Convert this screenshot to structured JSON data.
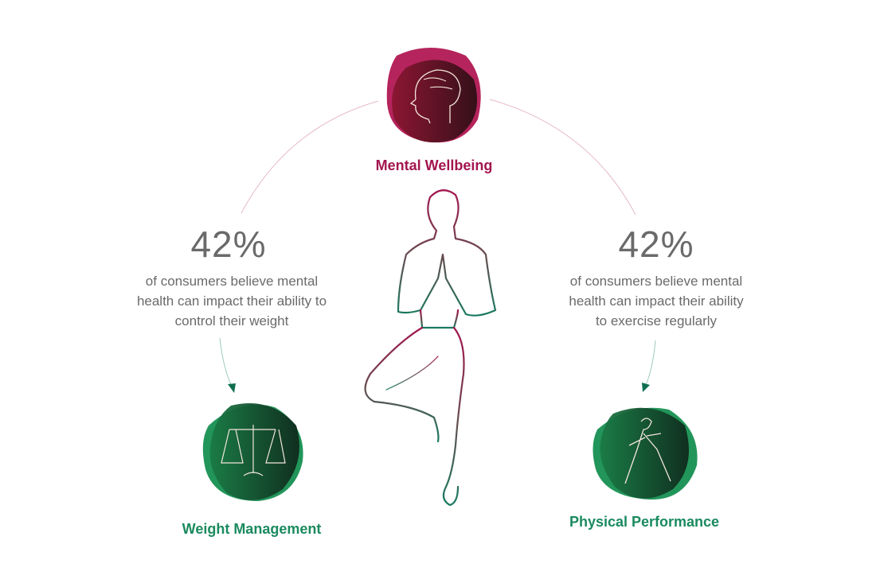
{
  "center": {
    "label": "Mental Wellbeing",
    "icon": "brain-head-icon",
    "color": "#a3154f"
  },
  "left": {
    "stat": "42%",
    "description": [
      "of consumers believe mental",
      "health can impact their ability to",
      "control their weight"
    ],
    "label": "Weight Management",
    "icon": "scales-icon",
    "color": "#1a8a5f"
  },
  "right": {
    "stat": "42%",
    "description": [
      "of consumers believe mental",
      "health can impact their ability",
      "to exercise regularly"
    ],
    "label": "Physical Performance",
    "icon": "runner-icon",
    "color": "#1a8a5f"
  }
}
